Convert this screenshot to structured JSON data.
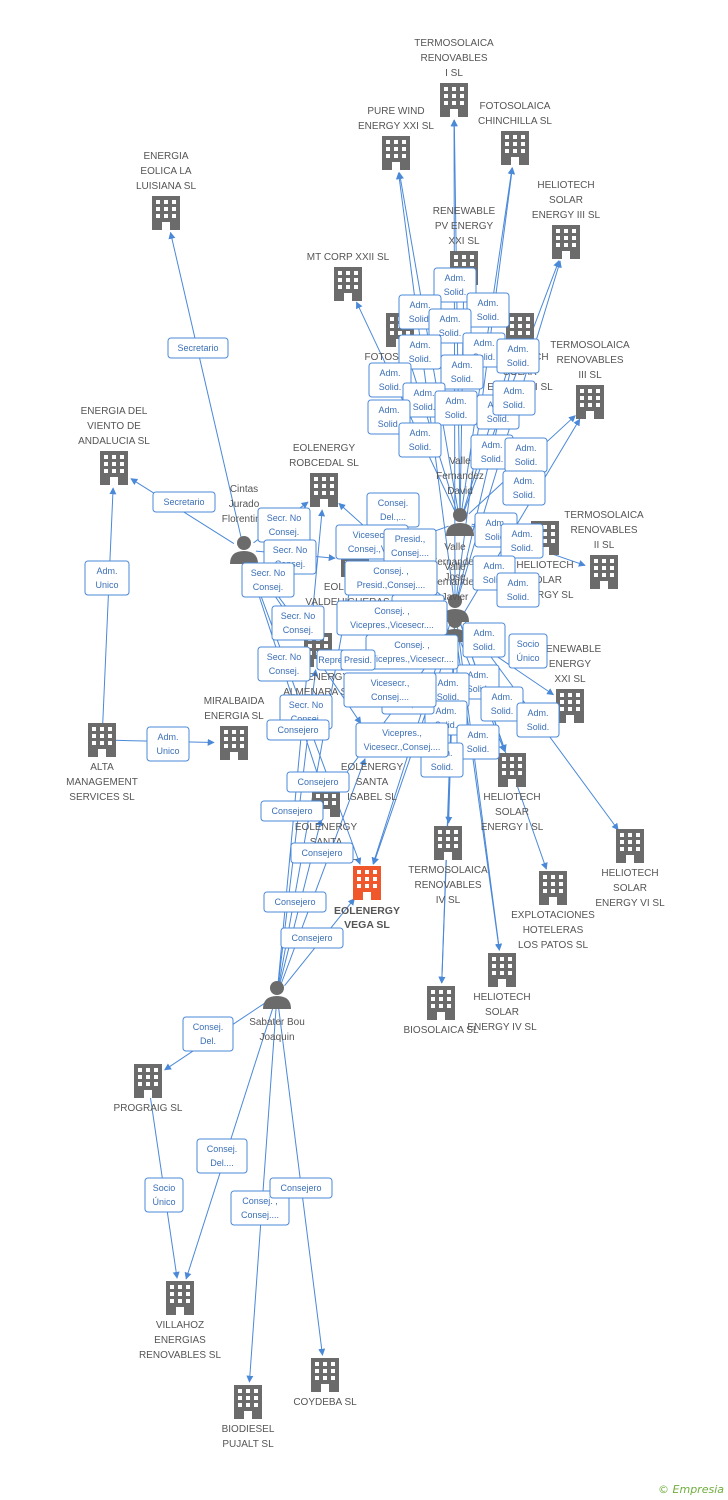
{
  "colors": {
    "edge": "#4a88d8",
    "building": "#6b6b6b",
    "focus": "#f0572a",
    "person": "#6b6b6b"
  },
  "focus": {
    "lines": [
      "EOLENERGY",
      "VEGA SL"
    ]
  },
  "companies": [
    {
      "lines": [
        "TERMOSOLAICA",
        "RENOVABLES",
        "I SL"
      ]
    },
    {
      "lines": [
        "PURE WIND",
        "ENERGY XXI SL"
      ]
    },
    {
      "lines": [
        "FOTOSOLAICA",
        "CHINCHILLA SL"
      ]
    },
    {
      "lines": [
        "ENERGIA",
        "EOLICA LA",
        "LUISIANA SL"
      ]
    },
    {
      "lines": [
        "HELIOTECH",
        "SOLAR",
        "ENERGY III SL"
      ]
    },
    {
      "lines": [
        "RENEWABLE",
        "PV ENERGY",
        "XXI SL"
      ]
    },
    {
      "lines": [
        "MT CORP XXII SL"
      ]
    },
    {
      "lines": [
        "FOTOSOLAICA",
        "LOS",
        "PALACIOS SL"
      ]
    },
    {
      "lines": [
        "HELIOTECH",
        "SOLAR",
        "ENERGY II SL"
      ]
    },
    {
      "lines": [
        "TERMOSOLAICA",
        "RENOVABLES",
        "III SL"
      ]
    },
    {
      "lines": [
        "ENERGIA DEL",
        "VIENTO DE",
        "ANDALUCIA SL"
      ]
    },
    {
      "lines": [
        "EOLENERGY",
        "ROBCEDAL SL"
      ]
    },
    {
      "lines": [
        "HELIOTECH",
        "SOLAR",
        "ENERGY SL"
      ]
    },
    {
      "lines": [
        "TERMOSOLAICA",
        "RENOVABLES",
        "II SL"
      ]
    },
    {
      "lines": [
        "EOLENERGY",
        "VALDEHIGUERAS SL"
      ]
    },
    {
      "lines": [
        "EOLENERGY",
        "SANTA",
        "BARBARA SL"
      ]
    },
    {
      "lines": [
        "RENEWABLE",
        "ENERGY",
        "XXI SL"
      ]
    },
    {
      "lines": [
        "ALTA",
        "MANAGEMENT",
        "SERVICES SL"
      ]
    },
    {
      "lines": [
        "MIRALBAIDA",
        "ENERGIA SL"
      ]
    },
    {
      "lines": [
        "EOLENERGY",
        "SANTA",
        "ISABEL SL"
      ]
    },
    {
      "lines": [
        "HELIOTECH",
        "SOLAR",
        "ENERGY I SL"
      ]
    },
    {
      "lines": [
        "HELIOTECH",
        "SOLAR",
        "ENERGY VI SL"
      ]
    },
    {
      "lines": [
        "TERMOSOLAICA",
        "RENOVABLES",
        "IV SL"
      ]
    },
    {
      "lines": [
        "EXPLOTACIONES",
        "HOTELERAS",
        "LOS PATOS SL"
      ]
    },
    {
      "lines": [
        "HELIOTECH",
        "SOLAR",
        "ENERGY IV SL"
      ]
    },
    {
      "lines": [
        "BIOSOLAICA SL"
      ]
    },
    {
      "lines": [
        "PROGRAIG SL"
      ]
    },
    {
      "lines": [
        "VILLAHOZ",
        "ENERGIAS",
        "RENOVABLES SL"
      ]
    },
    {
      "lines": [
        "BIODIESEL",
        "PUJALT SL"
      ]
    },
    {
      "lines": [
        "COYDEBA SL"
      ]
    },
    {
      "lines": [
        "EOLENERGY",
        "ALMENARA SL"
      ]
    }
  ],
  "people": [
    {
      "lines": [
        "Cintas",
        "Jurado",
        "Florentino"
      ]
    },
    {
      "lines": [
        "Valle",
        "Fernandez",
        "David"
      ]
    },
    {
      "lines": [
        "Valle",
        "Fernandez",
        "Jose"
      ]
    },
    {
      "lines": [
        "Valle",
        "Fernandez",
        "Javier"
      ]
    },
    {
      "lines": [
        "Sabater Bou",
        "Joaquin"
      ]
    }
  ],
  "relations": [
    {
      "lines": [
        "Secretario"
      ]
    },
    {
      "lines": [
        "Secretario"
      ]
    },
    {
      "lines": [
        "Adm.",
        "Unico"
      ]
    },
    {
      "lines": [
        "Adm.",
        "Unico"
      ]
    },
    {
      "lines": [
        "Adm.",
        "Solid."
      ]
    },
    {
      "lines": [
        "Adm.",
        "Solid."
      ]
    },
    {
      "lines": [
        "Adm.",
        "Solid."
      ]
    },
    {
      "lines": [
        "Adm.",
        "Solid."
      ]
    },
    {
      "lines": [
        "Adm.",
        "Solid."
      ]
    },
    {
      "lines": [
        "Adm.",
        "Solid."
      ]
    },
    {
      "lines": [
        "Adm.",
        "Solid."
      ]
    },
    {
      "lines": [
        "Adm.",
        "Solid."
      ]
    },
    {
      "lines": [
        "Adm.",
        "Solid."
      ]
    },
    {
      "lines": [
        "Adm.",
        "Solid."
      ]
    },
    {
      "lines": [
        "Adm.",
        "Solid."
      ]
    },
    {
      "lines": [
        "Adm.",
        "Solid."
      ]
    },
    {
      "lines": [
        "Adm.",
        "Solid."
      ]
    },
    {
      "lines": [
        "Adm.",
        "Solid."
      ]
    },
    {
      "lines": [
        "Adm.",
        "Solid."
      ]
    },
    {
      "lines": [
        "Adm.",
        "Solid."
      ]
    },
    {
      "lines": [
        "Adm.",
        "Solid."
      ]
    },
    {
      "lines": [
        "Adm.",
        "Solid."
      ]
    },
    {
      "lines": [
        "Adm.",
        "Solid."
      ]
    },
    {
      "lines": [
        "Adm.",
        "Solid."
      ]
    },
    {
      "lines": [
        "Adm.",
        "Solid."
      ]
    },
    {
      "lines": [
        "Adm.",
        "Solid."
      ]
    },
    {
      "lines": [
        "Adm.",
        "Solid."
      ]
    },
    {
      "lines": [
        "Adm.",
        "Solid."
      ]
    },
    {
      "lines": [
        "Adm.",
        "Solid."
      ]
    },
    {
      "lines": [
        "Adm.",
        "Solid."
      ]
    },
    {
      "lines": [
        "Adm.",
        "Solid."
      ]
    },
    {
      "lines": [
        "Adm.",
        "Solid."
      ]
    },
    {
      "lines": [
        "Adm.",
        "Solid."
      ]
    },
    {
      "lines": [
        "Adm.",
        "Solid."
      ]
    },
    {
      "lines": [
        "Consej.",
        "Del.,..."
      ]
    },
    {
      "lines": [
        "Consej.",
        "Del.,..."
      ]
    },
    {
      "lines": [
        "Consej.",
        "Del.,..."
      ]
    },
    {
      "lines": [
        "Vicesecr.,",
        "Consej.,Vi..."
      ]
    },
    {
      "lines": [
        "Presid.,",
        "Consej...."
      ]
    },
    {
      "lines": [
        "Consej. ,",
        "Presid.,Consej...."
      ]
    },
    {
      "lines": [
        "Consej. ,",
        "Vicepres.,Vicesecr...."
      ]
    },
    {
      "lines": [
        "Consej. ,",
        "Vicepres.,Vicesecr...."
      ]
    },
    {
      "lines": [
        "Vicesecr.,",
        "Consej...."
      ]
    },
    {
      "lines": [
        "Vicepres.,",
        "Vicesecr.,Consej...."
      ]
    },
    {
      "lines": [
        "Repres."
      ]
    },
    {
      "lines": [
        "Presid."
      ]
    },
    {
      "lines": [
        "Secr.  No",
        "Consej."
      ]
    },
    {
      "lines": [
        "Secr.  No",
        "Consej."
      ]
    },
    {
      "lines": [
        "Secr.  No",
        "Consej."
      ]
    },
    {
      "lines": [
        "Secr.  No",
        "Consej."
      ]
    },
    {
      "lines": [
        "Secr.  No",
        "Consej."
      ]
    },
    {
      "lines": [
        "Secr.  No",
        "Consej."
      ]
    },
    {
      "lines": [
        "Consejero"
      ]
    },
    {
      "lines": [
        "Consejero"
      ]
    },
    {
      "lines": [
        "Consejero"
      ]
    },
    {
      "lines": [
        "Consejero"
      ]
    },
    {
      "lines": [
        "Consejero"
      ]
    },
    {
      "lines": [
        "Consejero"
      ]
    },
    {
      "lines": [
        "Socio",
        "Único"
      ]
    },
    {
      "lines": [
        "Socio",
        "Único"
      ]
    },
    {
      "lines": [
        "Consej.",
        "Del."
      ]
    },
    {
      "lines": [
        "Consej.",
        "Del...."
      ]
    },
    {
      "lines": [
        "Consej. ,",
        "Consej...."
      ]
    },
    {
      "lines": [
        "Consejero"
      ]
    }
  ],
  "footer": {
    "copyright": "©",
    "brand": "Empresia"
  }
}
